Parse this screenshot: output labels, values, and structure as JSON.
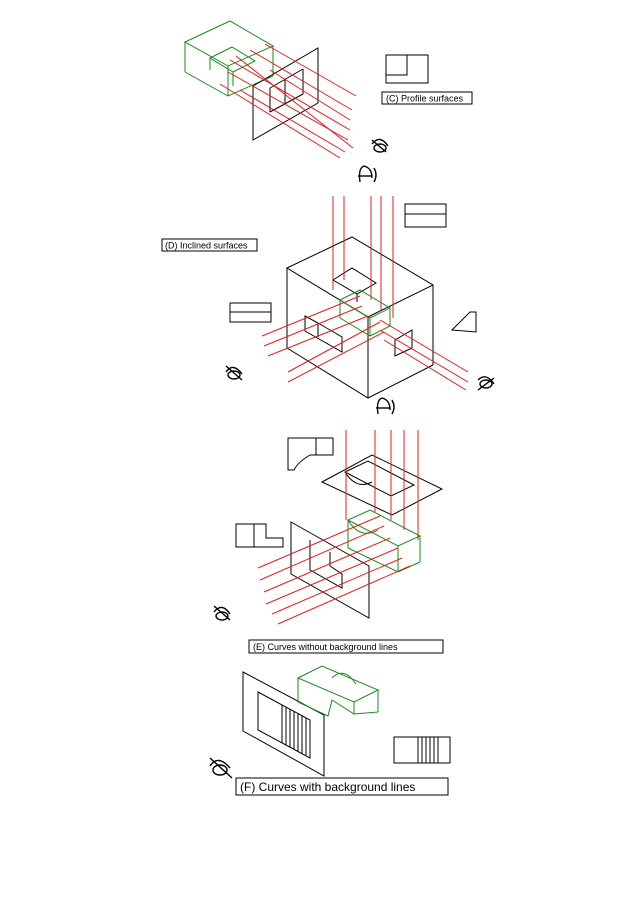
{
  "colors": {
    "projection": "#e02020",
    "object": "#1a8c1a",
    "line": "#000000",
    "background": "#ffffff"
  },
  "captions": {
    "c": "(C) Profile surfaces",
    "d": "(D) Inclined surfaces",
    "e": "(E) Curves without background lines",
    "f": "(F) Curves with background lines"
  },
  "icons": {
    "viewer": "eye-icon"
  }
}
